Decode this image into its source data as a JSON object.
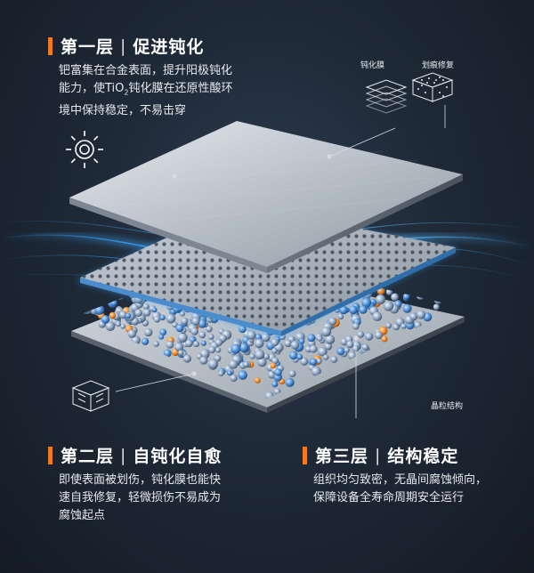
{
  "layer1": {
    "number": "第一层",
    "separator": "|",
    "title": "促进钝化",
    "lines": [
      "钯富集在合金表面，提升阳极钝化",
      "能力，使TiO",
      "2",
      "钝化膜在还原性酸环",
      "境中保持稳定，不易击穿"
    ]
  },
  "layer2": {
    "number": "第二层",
    "separator": "|",
    "title": "自钝化自愈",
    "lines": [
      "即使表面被划伤，钝化膜也能快",
      "速自我修复，轻微损伤不易成为",
      "腐蚀起点"
    ]
  },
  "layer3": {
    "number": "第三层",
    "separator": "|",
    "title": "结构稳定",
    "lines": [
      "组织均匀致密，无晶间腐蚀倾向，",
      "保障设备全寿命周期安全运行"
    ]
  },
  "icons": {
    "passivation_film": "钝化膜",
    "scratch_repair": "划痕修复",
    "grain_structure": "晶粒结构"
  },
  "colors": {
    "accent": "#f07a1e",
    "glow": "#3aa8ff",
    "background": "#1b2532"
  }
}
